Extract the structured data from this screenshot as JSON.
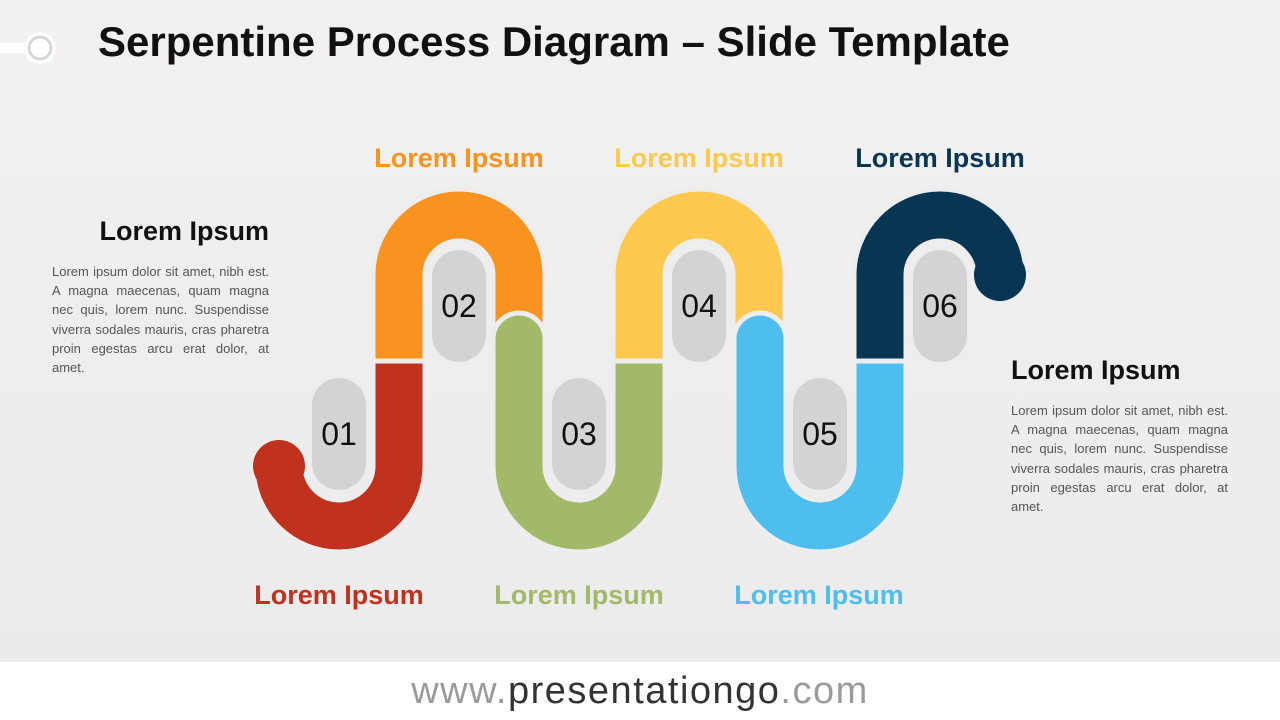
{
  "title": "Serpentine Process Diagram – Slide Template",
  "steps": [
    {
      "number": "01",
      "label": "Lorem Ipsum",
      "color": "#C0311E"
    },
    {
      "number": "02",
      "label": "Lorem Ipsum",
      "color": "#F7931E"
    },
    {
      "number": "03",
      "label": "Lorem Ipsum",
      "color": "#A2B96A"
    },
    {
      "number": "04",
      "label": "Lorem Ipsum",
      "color": "#FEC94E"
    },
    {
      "number": "05",
      "label": "Lorem Ipsum",
      "color": "#4DBEED"
    },
    {
      "number": "06",
      "label": "Lorem Ipsum",
      "color": "#073552"
    }
  ],
  "left_panel": {
    "heading": "Lorem Ipsum",
    "body": "Lorem ipsum dolor sit amet, nibh est. A magna maecenas, quam magna nec quis, lorem nunc. Suspendisse viverra sodales mauris, cras pharetra proin egestas arcu erat dolor, at amet."
  },
  "right_panel": {
    "heading": "Lorem Ipsum",
    "body": "Lorem ipsum dolor sit amet, nibh est. A magna maecenas, quam magna nec quis, lorem nunc. Suspendisse viverra sodales mauris, cras pharetra proin egestas arcu erat dolor, at amet."
  },
  "footer": {
    "url_prefix": "www.",
    "url_domain": "presentationgo",
    "url_suffix": ".com"
  },
  "icons": {
    "logo": "presentationgo-logo-mark"
  }
}
